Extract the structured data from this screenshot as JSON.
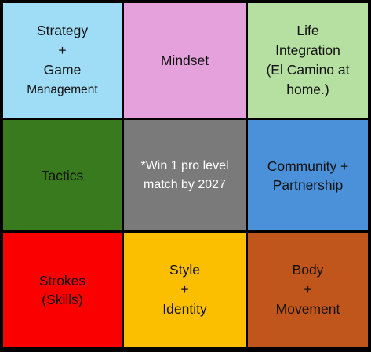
{
  "grid": {
    "cells": [
      {
        "id": "strategy",
        "color": "#9fdcf5",
        "lines": [
          "Strategy",
          "+",
          "Game",
          "Management"
        ]
      },
      {
        "id": "mindset",
        "color": "#e4a1dc",
        "lines": [
          "Mindset"
        ]
      },
      {
        "id": "life",
        "color": "#b5e0a1",
        "lines": [
          "Life",
          "Integration",
          "(El Camino at",
          "home.)"
        ]
      },
      {
        "id": "tactics",
        "color": "#3a7a1f",
        "lines": [
          "Tactics"
        ]
      },
      {
        "id": "goal",
        "color": "#7a7a7a",
        "lines": [
          "*Win 1 pro level",
          "match by 2027"
        ]
      },
      {
        "id": "community",
        "color": "#4a91d9",
        "lines": [
          "Community +",
          "Partnership"
        ]
      },
      {
        "id": "strokes",
        "color": "#fb0000",
        "lines": [
          "Strokes",
          "(Skills)"
        ]
      },
      {
        "id": "style",
        "color": "#fbbf00",
        "lines": [
          "Style",
          "+",
          "Identity"
        ]
      },
      {
        "id": "body",
        "color": "#c0561b",
        "lines": [
          "Body",
          "+",
          "Movement"
        ]
      }
    ]
  },
  "colors": {
    "border": "#000000",
    "text_dark": "#111111",
    "text_light": "#ffffff"
  }
}
